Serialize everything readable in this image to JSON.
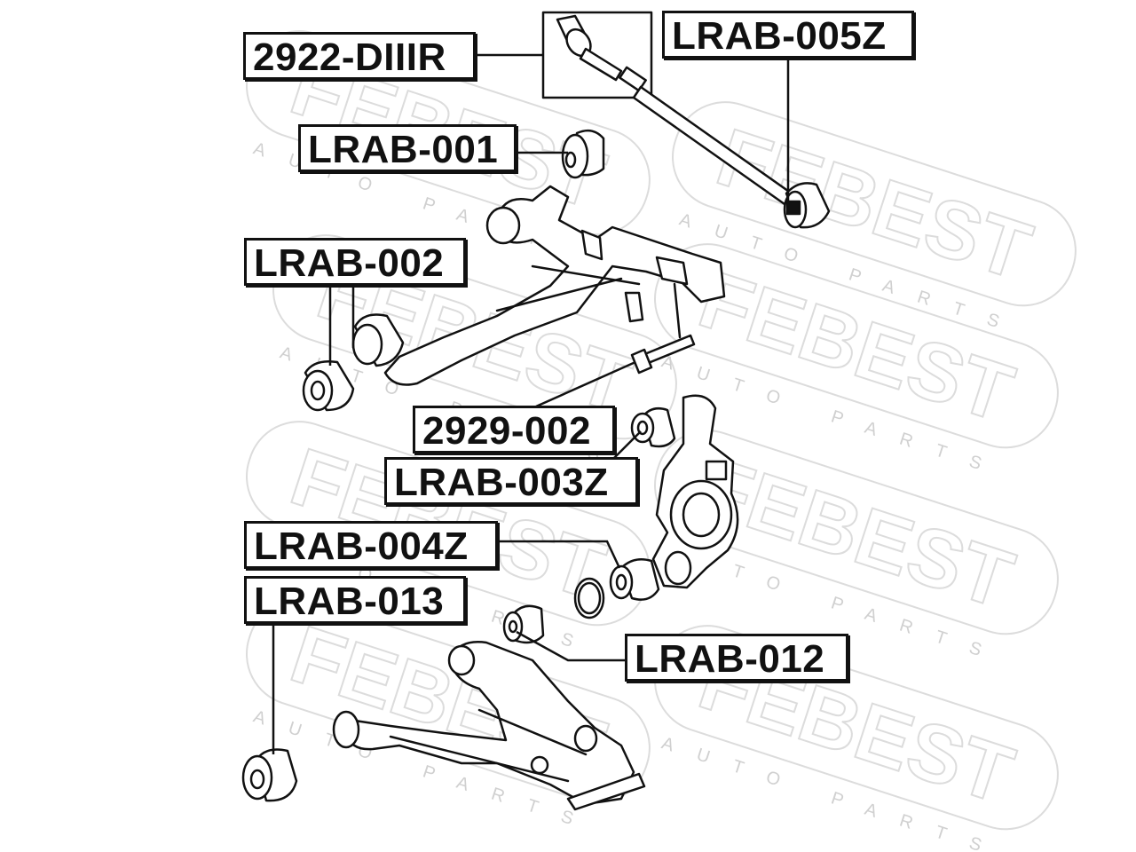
{
  "diagram": {
    "labels": {
      "tie_rod": "2922-DIIIR",
      "lateral_arm_bushing": "LRAB-005Z",
      "upper_arm_bushing_front": "LRAB-001",
      "upper_arm_bushing_rear": "LRAB-002",
      "cam_bolt": "2929-002",
      "knuckle_bushing_upper": "LRAB-003Z",
      "knuckle_bushing_lower": "LRAB-004Z",
      "lower_arm_bushing_rear": "LRAB-013",
      "lower_arm_bushing_front": "LRAB-012"
    },
    "watermark": {
      "brand": "FEBEST",
      "tagline": "AUTO PARTS"
    },
    "colors": {
      "line": "#111111",
      "watermark": "#d9d9d9",
      "background": "#ffffff"
    }
  }
}
